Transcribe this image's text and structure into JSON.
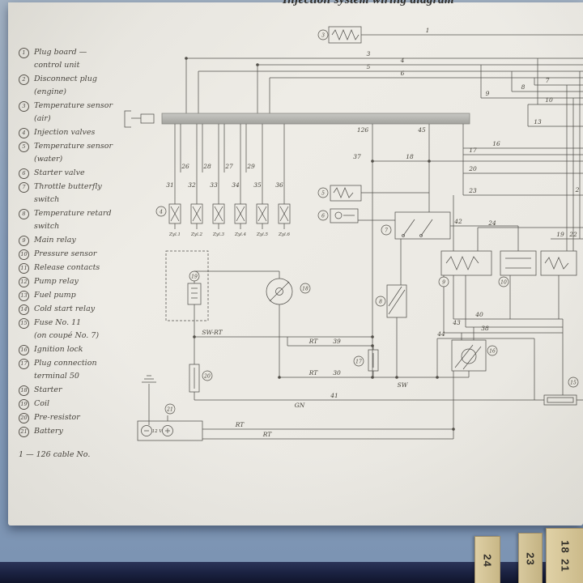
{
  "page": {
    "title": "Injection system wiring diagram",
    "cable_note": "1 — 126 cable No."
  },
  "legend": {
    "items": [
      {
        "n": "1",
        "l1": "Plug board —",
        "l2": "control unit"
      },
      {
        "n": "2",
        "l1": "Disconnect plug",
        "l2": "(engine)"
      },
      {
        "n": "3",
        "l1": "Temperature sensor",
        "l2": "(air)"
      },
      {
        "n": "4",
        "l1": "Injection valves",
        "l2": ""
      },
      {
        "n": "5",
        "l1": "Temperature sensor",
        "l2": "(water)"
      },
      {
        "n": "6",
        "l1": "Starter valve",
        "l2": ""
      },
      {
        "n": "7",
        "l1": "Throttle butterfly",
        "l2": "switch"
      },
      {
        "n": "8",
        "l1": "Temperature retard",
        "l2": "switch"
      },
      {
        "n": "9",
        "l1": "Main relay",
        "l2": ""
      },
      {
        "n": "10",
        "l1": "Pressure sensor",
        "l2": ""
      },
      {
        "n": "11",
        "l1": "Release contacts",
        "l2": ""
      },
      {
        "n": "12",
        "l1": "Pump relay",
        "l2": ""
      },
      {
        "n": "13",
        "l1": "Fuel pump",
        "l2": ""
      },
      {
        "n": "14",
        "l1": "Cold start relay",
        "l2": ""
      },
      {
        "n": "15",
        "l1": "Fuse No. 11",
        "l2": "(on coupé No. 7)"
      },
      {
        "n": "16",
        "l1": "Ignition lock",
        "l2": ""
      },
      {
        "n": "17",
        "l1": "Plug connection",
        "l2": "terminal 50"
      },
      {
        "n": "18",
        "l1": "Starter",
        "l2": ""
      },
      {
        "n": "19",
        "l1": "Coil",
        "l2": ""
      },
      {
        "n": "20",
        "l1": "Pre-resistor",
        "l2": ""
      },
      {
        "n": "21",
        "l1": "Battery",
        "l2": ""
      }
    ]
  },
  "diagram": {
    "wires": {
      "c1": "1",
      "c2": "2",
      "c3": "3",
      "c4": "4",
      "c5": "5",
      "c6": "6",
      "c7": "7",
      "c8": "8",
      "c9": "9",
      "c10": "10",
      "c13": "13",
      "c16": "16",
      "c17": "17",
      "c18": "18",
      "c19": "19",
      "c20": "20",
      "c22": "22",
      "c23": "23",
      "c24": "24",
      "c26": "26",
      "c27": "27",
      "c28": "28",
      "c29": "29",
      "c30": "30",
      "c31": "31",
      "c32": "32",
      "c33": "33",
      "c34": "34",
      "c35": "35",
      "c36": "36",
      "c37": "37",
      "c38": "38",
      "c39": "39",
      "c40": "40",
      "c41": "41",
      "c42": "42",
      "c43": "43",
      "c44": "44",
      "c45": "45",
      "c126": "126"
    },
    "colors": {
      "sw_rt": "SW-RT",
      "rt": "RT",
      "gn": "GN",
      "sw": "SW"
    },
    "battery_voltage": "12 V",
    "cylinders": {
      "z1": "Zyl.1",
      "z2": "Zyl.2",
      "z3": "Zyl.3",
      "z4": "Zyl.4",
      "z5": "Zyl.5",
      "z6": "Zyl.6"
    },
    "refs": {
      "r3": "3",
      "r4": "4",
      "r5": "5",
      "r6": "6",
      "r7": "7",
      "r8": "8",
      "r9": "9",
      "r10": "10",
      "r15": "15",
      "r16": "16",
      "r17": "17",
      "r18": "18",
      "r19": "19",
      "r20": "20",
      "r21": "21"
    }
  },
  "tabs": {
    "t24": "24",
    "t23": "23",
    "t18": "18",
    "t21": "21"
  }
}
